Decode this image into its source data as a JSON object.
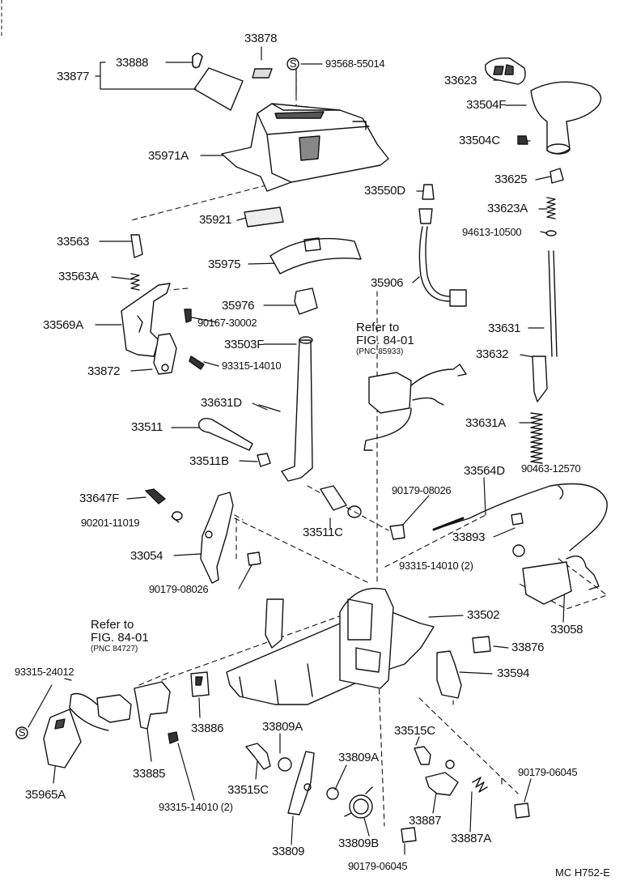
{
  "diagram": {
    "footer_code": "MC  H752-E",
    "s_symbol": "S",
    "refs": [
      {
        "line1": "Refer to",
        "line2": "FIG. 84-01",
        "pnc": "(PNC 85933)"
      },
      {
        "line1": "Refer to",
        "line2": "FIG. 84-01",
        "pnc": "(PNC 84727)"
      }
    ],
    "labels": {
      "p33878": "33878",
      "p33888": "33888",
      "p33877": "33877",
      "p93568": "93568-55014",
      "p33623": "33623",
      "p33504F": "33504F",
      "p35971A": "35971A",
      "p33504C": "33504C",
      "p33625": "33625",
      "p33550D": "33550D",
      "p33623A": "33623A",
      "p35921": "35921",
      "p94613": "94613-10500",
      "p33563": "33563",
      "p35975": "35975",
      "p35906": "35906",
      "p33563A": "33563A",
      "p35976": "35976",
      "p33569A": "33569A",
      "p90167": "90167-30002",
      "p33631": "33631",
      "p33503F": "33503F",
      "p33632": "33632",
      "p33872": "33872",
      "p93315a": "93315-14010",
      "p33631D": "33631D",
      "p33511": "33511",
      "p33631A": "33631A",
      "p33511B": "33511B",
      "p33564D": "33564D",
      "p90463": "90463-12570",
      "p33647F": "33647F",
      "p90179a": "90179-08026",
      "p90201": "90201-11019",
      "p33511C": "33511C",
      "p33893": "33893",
      "p33054": "33054",
      "p93315b": "93315-14010 (2)",
      "p90179b": "90179-08026",
      "p33502": "33502",
      "p33058": "33058",
      "p33876": "33876",
      "p93315c": "93315-24012",
      "p33594": "33594",
      "p33886": "33886",
      "p33809A1": "33809A",
      "p33515C1": "33515C",
      "p33809A2": "33809A",
      "p90179c": "90179-06045",
      "p33885": "33885",
      "p35965A": "35965A",
      "p33515C2": "33515C",
      "p93315d": "93315-14010 (2)",
      "p33887": "33887",
      "p33887A": "33887A",
      "p33809": "33809",
      "p33809B": "33809B",
      "p90179d": "90179-06045"
    }
  }
}
